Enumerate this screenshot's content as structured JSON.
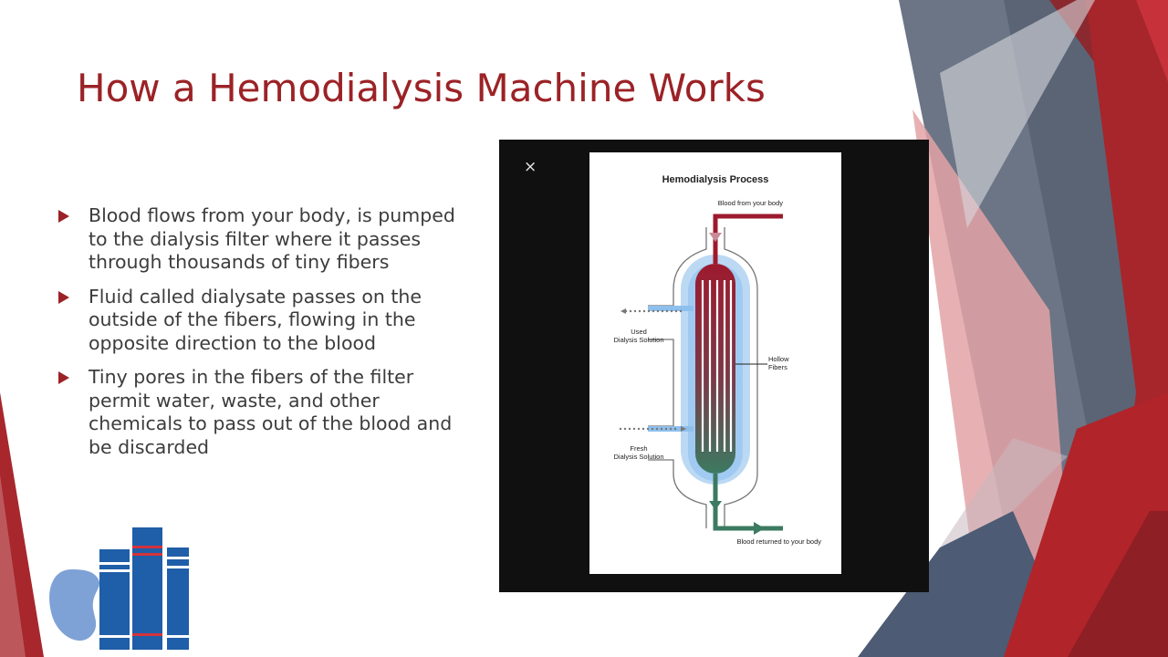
{
  "slide": {
    "title": "How a Hemodialysis Machine Works",
    "bullets": [
      "Blood flows from your body, is pumped to the dialysis filter where it passes through thousands of tiny fibers",
      "Fluid called dialysate passes on the outside of the fibers, flowing in the opposite direction to the blood",
      "Tiny pores in the fibers of the filter permit water, waste, and other chemicals to pass out of the blood and be discarded"
    ],
    "accent_color": "#9b2226"
  },
  "image_viewer": {
    "close_symbol": "×",
    "diagram": {
      "title": "Hemodialysis Process",
      "blood_in_label": "Blood from your body",
      "blood_out_label": "Blood returned to your body",
      "used_label": [
        "Used",
        "Dialysis Solution"
      ],
      "fresh_label": [
        "Fresh",
        "Dialysis Solution"
      ],
      "fibers_label": [
        "Hollow",
        "Fibers"
      ]
    }
  },
  "icons": {
    "close": "close-icon",
    "logo": "kidney-books-logo",
    "bullet": "triangle-bullet-icon"
  }
}
